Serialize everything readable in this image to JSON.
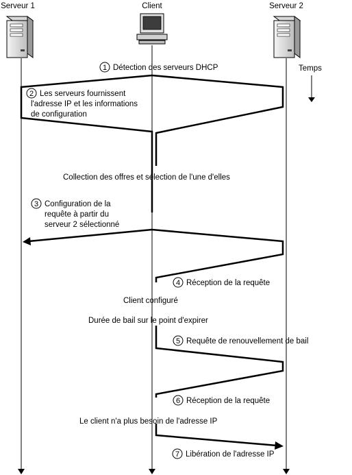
{
  "actors": {
    "server1": "Serveur 1",
    "client": "Client",
    "server2": "Serveur 2"
  },
  "time_label": "Temps",
  "steps": [
    {
      "num": "1",
      "text": "Détection des serveurs DHCP"
    },
    {
      "num": "2",
      "lines": [
        "Les serveurs fournissent",
        "l'adresse IP et les informations",
        "de configuration"
      ]
    },
    {
      "num": "3",
      "lines": [
        "Configuration de la",
        "requête à partir du",
        "serveur 2 sélectionné"
      ]
    },
    {
      "num": "4",
      "text": "Réception de la requête"
    },
    {
      "num": "5",
      "text": "Requête de renouvellement de bail"
    },
    {
      "num": "6",
      "text": "Réception de la requête"
    },
    {
      "num": "7",
      "text": "Libération de l'adresse IP"
    }
  ],
  "notes": {
    "collection": "Collection des offres et sélection de l'une d'elles",
    "configured": "Client configuré",
    "lease_expiring": "Durée de bail sur le point d'expirer",
    "no_longer_needs": "Le client n'a plus besoin de l'adresse IP"
  }
}
